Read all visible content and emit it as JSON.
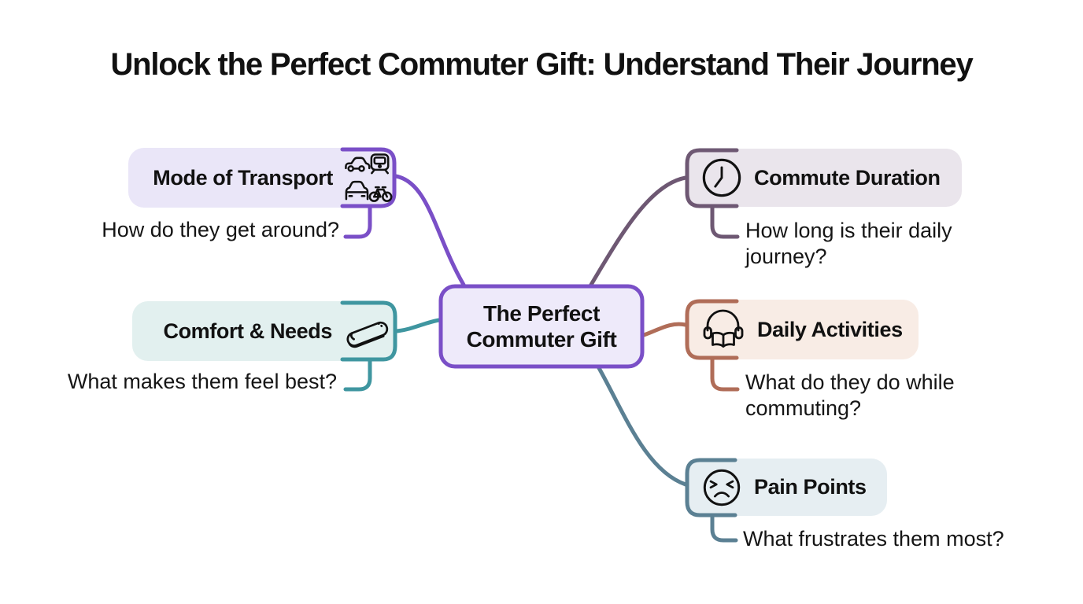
{
  "title": "Unlock the Perfect Commuter Gift: Understand Their Journey",
  "center": {
    "label": "The Perfect Commuter Gift",
    "fill": "#eeeafa",
    "border": "#7a4fc7"
  },
  "branches": [
    {
      "label": "Mode of Transport",
      "question": "How do they get around?",
      "icon": "transport-modes-icon",
      "accent": "#7a4fc7",
      "fill": "#eae6f8",
      "side": "left"
    },
    {
      "label": "Comfort & Needs",
      "question": "What makes them feel best?",
      "icon": "blanket-icon",
      "accent": "#3f96a0",
      "fill": "#e2f0ef",
      "side": "left"
    },
    {
      "label": "Commute Duration",
      "question": "How long is their daily journey?",
      "icon": "clock-icon",
      "accent": "#6e5873",
      "fill": "#eae5ec",
      "side": "right"
    },
    {
      "label": "Daily Activities",
      "question": "What do they do while commuting?",
      "icon": "headphones-book-icon",
      "accent": "#b06d58",
      "fill": "#f8ece5",
      "side": "right"
    },
    {
      "label": "Pain Points",
      "question": "What frustrates them most?",
      "icon": "frustrated-face-icon",
      "accent": "#5b8093",
      "fill": "#e6eef2",
      "side": "right"
    }
  ]
}
